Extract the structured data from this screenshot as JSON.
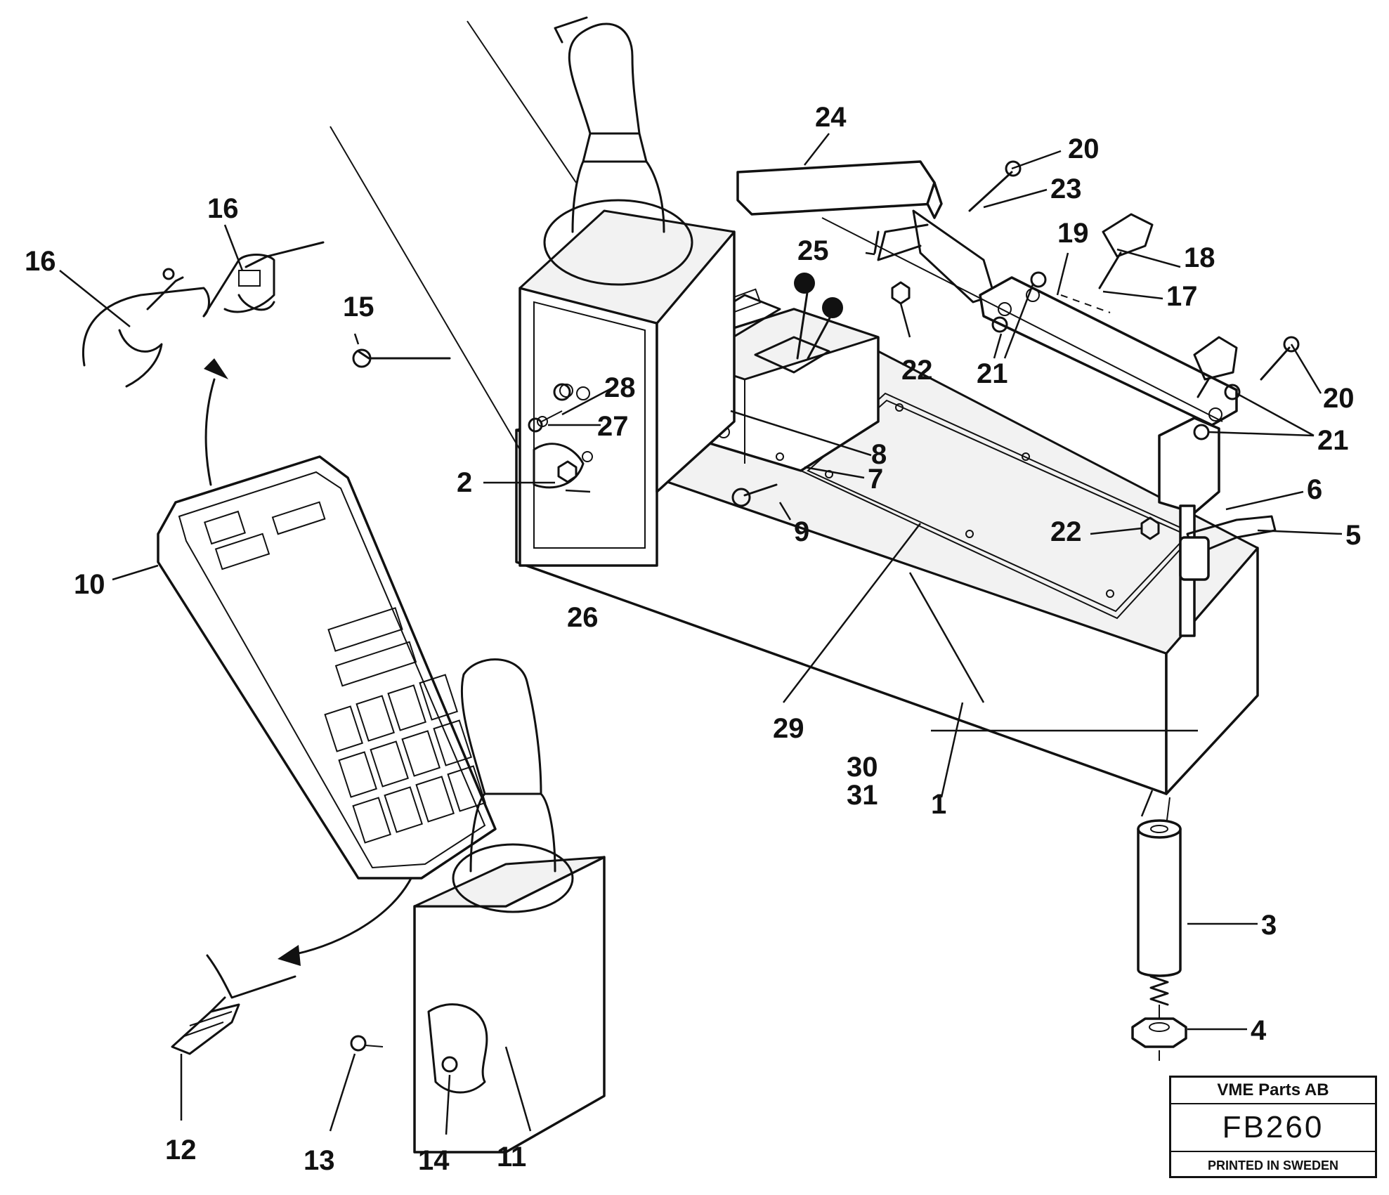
{
  "callouts": [
    "1",
    "2",
    "3",
    "4",
    "5",
    "6",
    "7",
    "8",
    "9",
    "10",
    "11",
    "12",
    "13",
    "14",
    "15",
    "16",
    "16",
    "17",
    "18",
    "19",
    "20",
    "20",
    "21",
    "21",
    "22",
    "22",
    "23",
    "24",
    "25",
    "26",
    "27",
    "28",
    "29",
    "30",
    "31"
  ],
  "title_block": {
    "company": "VME Parts AB",
    "code": "FB260",
    "printed": "PRINTED IN SWEDEN"
  }
}
